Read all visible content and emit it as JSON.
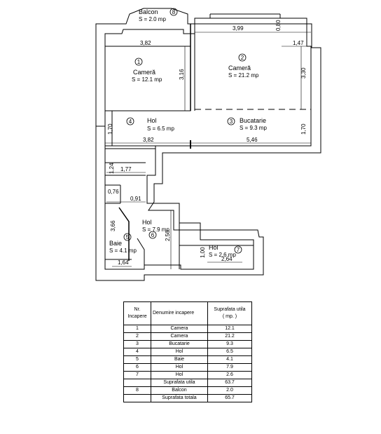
{
  "rooms": [
    {
      "id": "room-1",
      "number": "1",
      "name": "Cameră",
      "area": "S = 12.1 mp"
    },
    {
      "id": "room-2",
      "number": "2",
      "name": "Cameră",
      "area": "S = 21.2 mp"
    },
    {
      "id": "room-3",
      "number": "3",
      "name": "Bucatarie",
      "area": "S = 9.3 mp"
    },
    {
      "id": "room-4",
      "number": "4",
      "name": "Hol",
      "area": "S = 6.5 mp"
    },
    {
      "id": "room-5",
      "number": "5",
      "name": "Baie",
      "area": "S = 4.1 mp"
    },
    {
      "id": "room-6",
      "number": "6",
      "name": "Hol",
      "area": "S = 7.9 mp"
    },
    {
      "id": "room-7",
      "number": "7",
      "name": "Hol",
      "area": "S = 2.6 mp"
    },
    {
      "id": "room-8",
      "number": "8",
      "name": "Balcon",
      "area": "S = 2.0 mp"
    }
  ],
  "dimensions": [
    "3,82",
    "3,16",
    "3,99",
    "0,80",
    "1,47",
    "3,30",
    "1,70",
    "1,70",
    "3,82",
    "5,46",
    "1,24",
    "1,77",
    "0,76",
    "0,91",
    "3,66",
    "2,50",
    "1,00",
    "2,64",
    "1,64"
  ],
  "table": {
    "headers": {
      "nr": "Nr.\nIncapere",
      "name": "Denumire incapere",
      "area": "Suprafata utila\n( mp. )"
    },
    "rows": [
      {
        "nr": "1",
        "name": "Camera",
        "area": "12.1"
      },
      {
        "nr": "2",
        "name": "Camera",
        "area": "21.2"
      },
      {
        "nr": "3",
        "name": "Bucatarie",
        "area": "9.3"
      },
      {
        "nr": "4",
        "name": "Hol",
        "area": "6.5"
      },
      {
        "nr": "5",
        "name": "Baie",
        "area": "4.1"
      },
      {
        "nr": "6",
        "name": "Hol",
        "area": "7.9"
      },
      {
        "nr": "7",
        "name": "Hol",
        "area": "2.6"
      }
    ],
    "subtotal": {
      "label": "Suprafata utila",
      "value": "63.7"
    },
    "balcony": {
      "nr": "8",
      "name": "Balcon",
      "area": "2.0"
    },
    "total": {
      "label": "Suprafata totala",
      "value": "65.7"
    }
  }
}
